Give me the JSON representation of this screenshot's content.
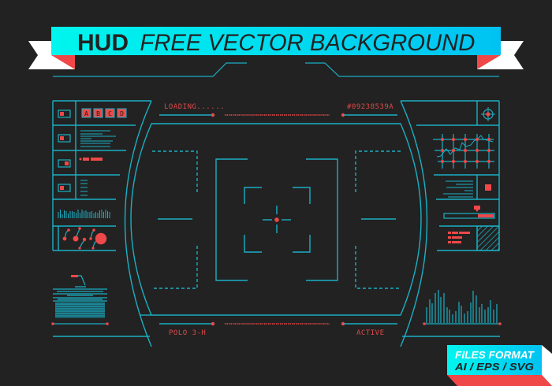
{
  "banner": {
    "title_bold": "HUD",
    "title_rest": "FREE VECTOR BACKGROUND"
  },
  "hud": {
    "top_left_label": "LOADING......",
    "top_right_label": "#09238539A",
    "bottom_left_label": "POLO 3-H",
    "bottom_right_label": "ACTIVE",
    "keys": [
      "A",
      "B",
      "C",
      "D"
    ]
  },
  "badge": {
    "line1": "FILES FORMAT",
    "line2": "AI / EPS / SVG"
  },
  "colors": {
    "background": "#222222",
    "accent_cyan": "#1ab0c4",
    "accent_red": "#f04848",
    "banner_gradient_start": "#00f5f0",
    "banner_gradient_end": "#00c0f0",
    "ribbon_white": "#ffffff"
  }
}
